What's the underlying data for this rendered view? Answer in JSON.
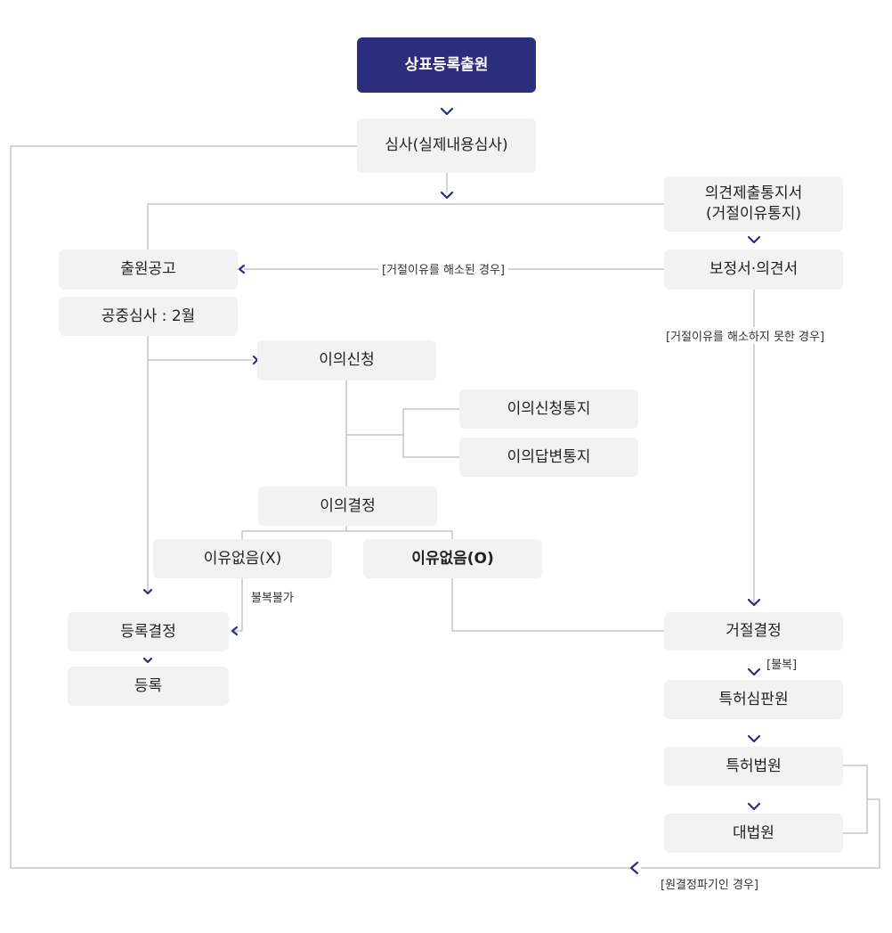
{
  "diagram": {
    "nodes": {
      "application": "상표등록출원",
      "examination": "심사(실제내용심사)",
      "opinion_notice": "의견제출통지서\n(거절이유통지)",
      "amendment": "보정서·의견서",
      "publication": "출원공고",
      "public_review": "공중심사 : 2월",
      "opposition": "이의신청",
      "opposition_notice": "이의신청통지",
      "opposition_reply": "이의답변통지",
      "opposition_decision": "이의결정",
      "no_grounds_x": "이유없음(X)",
      "no_grounds_o": "이유없음(O)",
      "registration_decision": "등록결정",
      "registration": "등록",
      "rejection_decision": "거절결정",
      "patent_tribunal": "특허심판원",
      "patent_court": "특허법원",
      "supreme_court": "대법원"
    },
    "edge_labels": {
      "reasons_resolved": "[거절이유를 해소된 경우]",
      "reasons_not_resolved": "[거절이유를 해소하지 못한 경우]",
      "no_appeal": "불복불가",
      "appeal": "[불복]",
      "original_overturned": "[원결정파기인 경우]"
    },
    "colors": {
      "primary": "#2c2d7c",
      "box_fill": "#f2f2f2",
      "line": "#aaaaaa",
      "arrow": "#2c2d7c"
    }
  }
}
